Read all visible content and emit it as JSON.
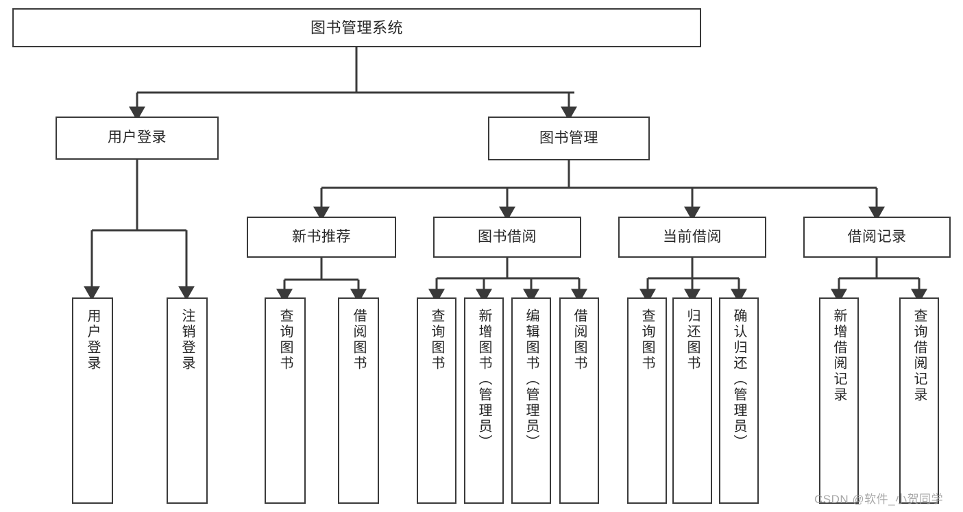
{
  "diagram": {
    "title": "图书管理系统",
    "type": "tree-structure-chart",
    "watermark": "CSDN @软件_小贺同学",
    "colors": {
      "node_border": "#3a3a3a",
      "node_fill": "#ffffff",
      "edge": "#3a3a3a",
      "text": "#262626",
      "watermark": "#9a9a9a"
    },
    "nodes": {
      "root": {
        "label": "图书管理系统"
      },
      "level2": [
        {
          "label": "用户登录"
        },
        {
          "label": "图书管理"
        }
      ],
      "level3": [
        {
          "label": "新书推荐"
        },
        {
          "label": "图书借阅"
        },
        {
          "label": "当前借阅"
        },
        {
          "label": "借阅记录"
        }
      ],
      "leaves": {
        "user_login": [
          {
            "label": "用户登录"
          },
          {
            "label": "注销登录"
          }
        ],
        "new_book_recommend": [
          {
            "label": "查询图书"
          },
          {
            "label": "借阅图书"
          }
        ],
        "book_borrow": [
          {
            "label": "查询图书"
          },
          {
            "label": "新增图书（管理员）"
          },
          {
            "label": "编辑图书（管理员）"
          },
          {
            "label": "借阅图书"
          }
        ],
        "current_borrow": [
          {
            "label": "查询图书"
          },
          {
            "label": "归还图书"
          },
          {
            "label": "确认归还（管理员）"
          }
        ],
        "borrow_record": [
          {
            "label": "新增借阅记录"
          },
          {
            "label": "查询借阅记录"
          }
        ]
      }
    }
  }
}
